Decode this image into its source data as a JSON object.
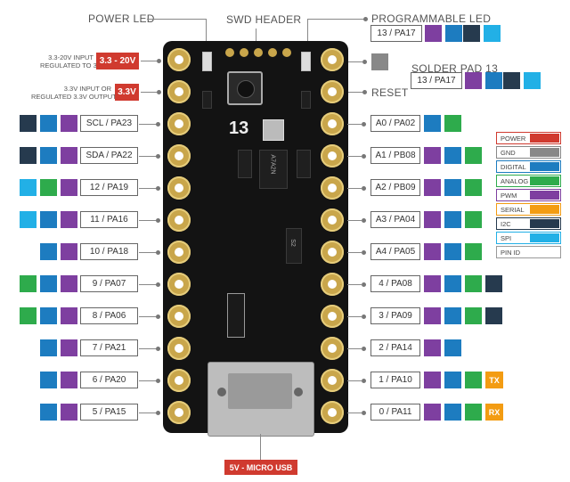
{
  "colors": {
    "power": "#d03a2f",
    "gnd": "#888888",
    "digital": "#1d7cc0",
    "analog": "#2eab4c",
    "pwm": "#7e3fa0",
    "serial": "#f39c12",
    "i2c": "#263a4e",
    "spi": "#22b0e6",
    "board": "#131313",
    "pad": "#c9a64b"
  },
  "top_labels": {
    "power_led": "POWER LED",
    "swd_header": "SWD HEADER",
    "programmable_led": "PROGRAMMABLE LED",
    "solder_pad": "SOLDER PAD 13",
    "reset": "RESET"
  },
  "power_notes": {
    "vin_line1": "3.3-20V INPUT",
    "vin_line2": "REGULATED TO 3.3V",
    "vin_badge": "3.3 - 20V",
    "v3_line1": "3.3V INPUT OR",
    "v3_line2": "REGULATED 3.3V OUTPUT",
    "v3_badge": "3.3V"
  },
  "board": {
    "silk_13": "13",
    "chip_text": "A7A2N",
    "small_chip_text": "S2",
    "usb_label": "5V - MICRO USB"
  },
  "led_pin": {
    "label": "13 / PA17",
    "swatches": [
      "pwm",
      "digital",
      "i2c",
      "spi"
    ]
  },
  "pad_pin": {
    "label": "13 / PA17",
    "swatches": [
      "pwm",
      "digital",
      "i2c",
      "spi"
    ]
  },
  "left_pins": [
    {
      "label": "SCL / PA23",
      "swatches": [
        "i2c",
        "digital",
        "pwm"
      ]
    },
    {
      "label": "SDA / PA22",
      "swatches": [
        "i2c",
        "digital",
        "pwm"
      ]
    },
    {
      "label": "12 / PA19",
      "swatches": [
        "spi",
        "analog",
        "pwm"
      ]
    },
    {
      "label": "11 / PA16",
      "swatches": [
        "spi",
        "digital",
        "pwm"
      ]
    },
    {
      "label": "10 / PA18",
      "swatches": [
        "digital",
        "pwm"
      ]
    },
    {
      "label": "9 / PA07",
      "swatches": [
        "analog",
        "digital",
        "pwm"
      ]
    },
    {
      "label": "8 / PA06",
      "swatches": [
        "analog",
        "digital",
        "pwm"
      ]
    },
    {
      "label": "7 / PA21",
      "swatches": [
        "digital",
        "pwm"
      ]
    },
    {
      "label": "6 / PA20",
      "swatches": [
        "digital",
        "pwm"
      ]
    },
    {
      "label": "5 / PA15",
      "swatches": [
        "digital",
        "pwm"
      ]
    }
  ],
  "right_pins": [
    {
      "label": "A0 / PA02",
      "swatches": [
        "digital",
        "analog"
      ]
    },
    {
      "label": "A1 / PB08",
      "swatches": [
        "pwm",
        "digital",
        "analog"
      ]
    },
    {
      "label": "A2 / PB09",
      "swatches": [
        "pwm",
        "digital",
        "analog"
      ]
    },
    {
      "label": "A3 / PA04",
      "swatches": [
        "pwm",
        "digital",
        "analog"
      ]
    },
    {
      "label": "A4 / PA05",
      "swatches": [
        "pwm",
        "digital",
        "analog"
      ]
    },
    {
      "label": "4 / PA08",
      "swatches": [
        "pwm",
        "digital",
        "analog",
        "i2c"
      ]
    },
    {
      "label": "3 / PA09",
      "swatches": [
        "pwm",
        "digital",
        "analog",
        "i2c"
      ]
    },
    {
      "label": "2 / PA14",
      "swatches": [
        "pwm",
        "digital"
      ]
    },
    {
      "label": "1 / PA10",
      "swatches": [
        "pwm",
        "digital",
        "analog"
      ],
      "extra": "TX"
    },
    {
      "label": "0 / PA11",
      "swatches": [
        "pwm",
        "digital",
        "analog"
      ],
      "extra": "RX"
    }
  ],
  "legend": [
    {
      "label": "POWER",
      "color": "power"
    },
    {
      "label": "GND",
      "color": "gnd"
    },
    {
      "label": "DIGITAL",
      "color": "digital"
    },
    {
      "label": "ANALOG",
      "color": "analog"
    },
    {
      "label": "PWM",
      "color": "pwm"
    },
    {
      "label": "SERIAL",
      "color": "serial"
    },
    {
      "label": "I2C",
      "color": "i2c"
    },
    {
      "label": "SPI",
      "color": "spi"
    },
    {
      "label": "PIN ID",
      "color": ""
    }
  ]
}
